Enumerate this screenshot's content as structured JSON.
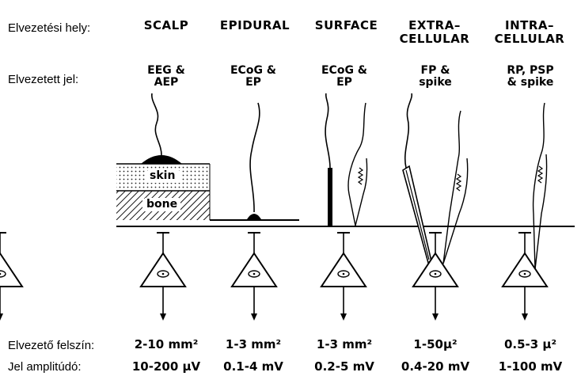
{
  "row_labels": {
    "site": "Elvezetési hely:",
    "signal": "Elvezetett jel:",
    "surface": "Elvezető felszín:",
    "amplitude": "Jel amplitúdó:"
  },
  "columns": [
    {
      "site": "SCALP",
      "signal": "EEG &\nAEP",
      "surface": "2-10 mm²",
      "amplitude": "10-200 µV"
    },
    {
      "site": "EPIDURAL",
      "signal": "ECoG &\nEP",
      "surface": "1-3 mm²",
      "amplitude": "0.1-4 mV"
    },
    {
      "site": "SURFACE",
      "signal": "ECoG &\nEP",
      "surface": "1-3 mm²",
      "amplitude": "0.2-5 mV"
    },
    {
      "site": "EXTRA–\nCELLULAR",
      "signal": "FP &\nspike",
      "surface": "1-50µ²",
      "amplitude": "0.4-20 mV"
    },
    {
      "site": "INTRA–\nCELLULAR",
      "signal": "RP, PSP\n& spike",
      "surface": "0.5-3 µ²",
      "amplitude": "1-100 mV"
    }
  ],
  "layers": {
    "skin": "skin",
    "bone": "bone"
  }
}
